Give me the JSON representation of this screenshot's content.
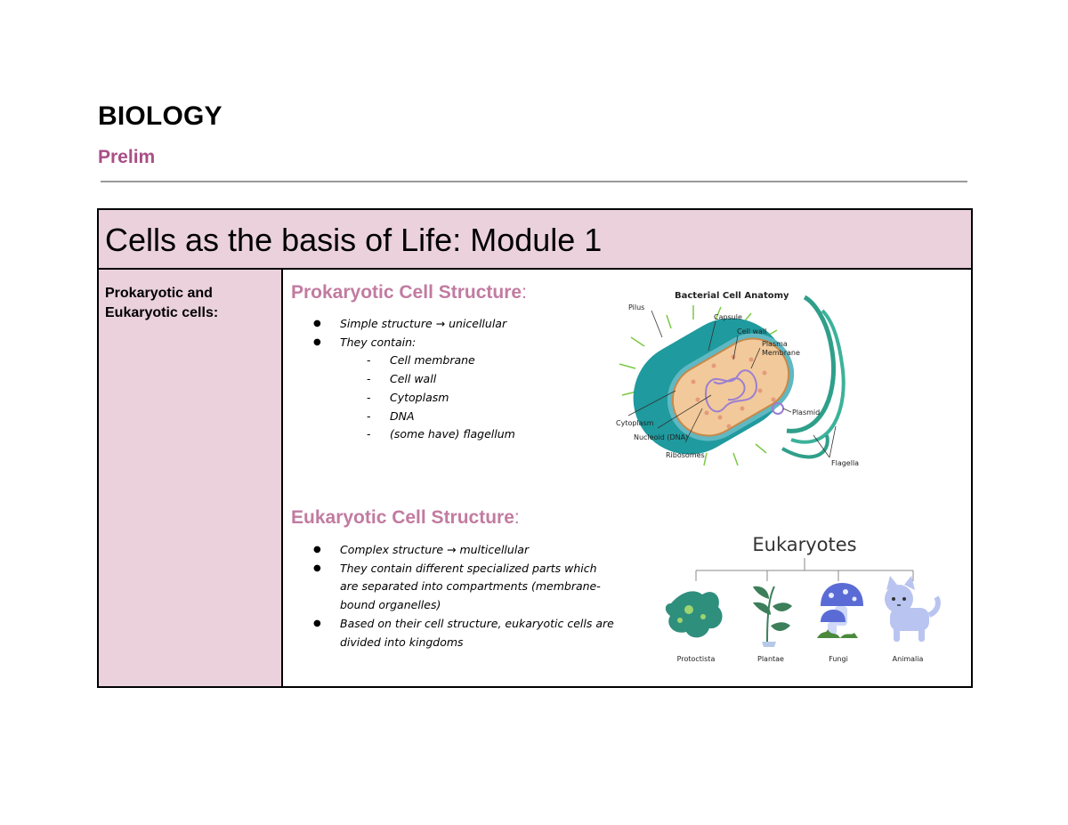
{
  "document": {
    "title": "BIOLOGY",
    "subtitle": "Prelim"
  },
  "module": {
    "title": "Cells as the basis of Life: Module 1",
    "side_label": "Prokaryotic and Eukaryotic cells:"
  },
  "prokaryotic": {
    "heading": "Prokaryotic Cell Structure",
    "colon": ":",
    "bullet_1": "Simple structure → unicellular",
    "bullet_2": "They contain:",
    "sub_items": [
      "Cell membrane",
      "Cell wall",
      "Cytoplasm",
      "DNA",
      "(some have) flagellum"
    ]
  },
  "eukaryotic": {
    "heading": "Eukaryotic Cell Structure",
    "colon": ":",
    "bullets": [
      "Complex structure → multicellular",
      "They contain different specialized parts which are separated into compartments (membrane-bound organelles)",
      "Based on their cell structure, eukaryotic cells are divided into kingdoms"
    ]
  },
  "bacterial_figure": {
    "title": "Bacterial Cell Anatomy",
    "labels": {
      "pilus": "Pilus",
      "capsule": "Capsule",
      "cell_wall": "Cell wall",
      "plasma": "Plasma",
      "membrane": "Membrane",
      "plasmid": "Plasmid",
      "cytoplasm": "Cytoplasm",
      "nucleoid": "Nucleoid (DNA)",
      "ribosomes": "Ribosomes",
      "flagella": "Flagella"
    },
    "colors": {
      "capsule": "#1f9a9e",
      "wall": "#5fb8c2",
      "cytoplasm": "#f2c99a",
      "dna": "#9b7fd1",
      "flagella": "#2f9f8a"
    }
  },
  "eukaryote_figure": {
    "title": "Eukaryotes",
    "kingdoms": [
      "Protoctista",
      "Plantae",
      "Fungi",
      "Animalia"
    ],
    "colors": {
      "protist": "#2f8f7d",
      "plant": "#3c7f5a",
      "fungi": "#5b6bd6",
      "animal": "#b9c4f0"
    }
  }
}
